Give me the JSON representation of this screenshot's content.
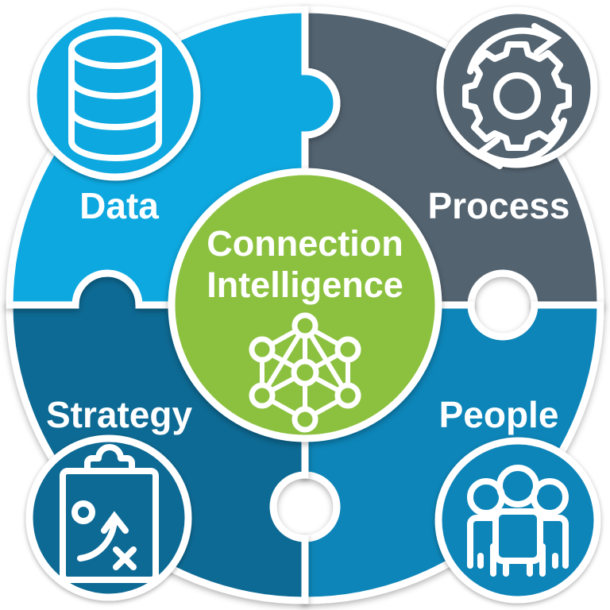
{
  "diagram": {
    "type": "puzzle-circle-four-quadrant",
    "title": "Connection Intelligence Puzzle Circle",
    "center": {
      "label_line1": "Connection",
      "label_line2": "Intelligence",
      "color": "#8CC140",
      "icon": "network-nodes-icon"
    },
    "quadrants": [
      {
        "id": "data",
        "label": "Data",
        "color": "#0FA8E0",
        "icon": "database-icon",
        "position": "top-left"
      },
      {
        "id": "process",
        "label": "Process",
        "color": "#53636F",
        "icon": "gear-refresh-icon",
        "position": "top-right"
      },
      {
        "id": "strategy",
        "label": "Strategy",
        "color": "#0E6A94",
        "icon": "clipboard-strategy-icon",
        "position": "bottom-left"
      },
      {
        "id": "people",
        "label": "People",
        "color": "#0F85B8",
        "icon": "people-group-icon",
        "position": "bottom-right"
      }
    ],
    "colors": {
      "data": "#0FA8E0",
      "process": "#53636F",
      "strategy": "#0E6A94",
      "people": "#0F85B8",
      "center": "#8CC140",
      "stroke": "#FFFFFF",
      "background": "#FFFFFF"
    }
  }
}
